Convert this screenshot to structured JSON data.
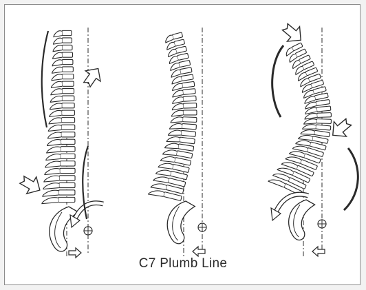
{
  "caption": "C7 Plumb Line",
  "colors": {
    "line": "#2a2a2a",
    "background": "#ffffff",
    "frame": "#8c8c8c"
  },
  "figures": [
    {
      "name": "straight-spine",
      "vertebrae": 24
    },
    {
      "name": "normal-curved-spine",
      "vertebrae": 24
    },
    {
      "name": "exaggerated-curved-spine",
      "vertebrae": 24
    }
  ]
}
